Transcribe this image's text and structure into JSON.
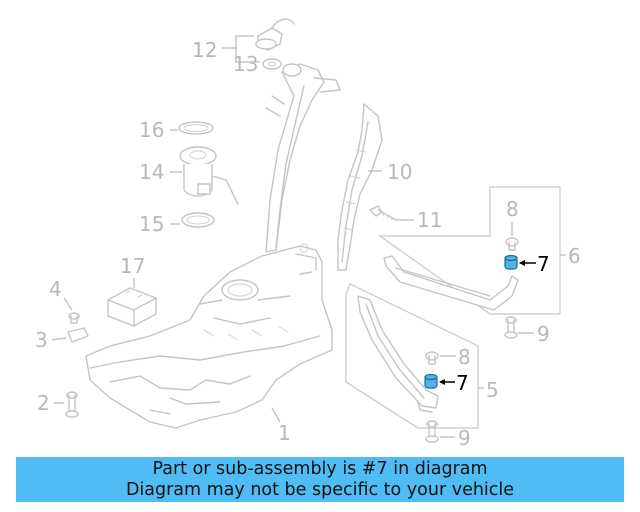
{
  "diagram": {
    "callouts": {
      "c1": "1",
      "c2": "2",
      "c3": "3",
      "c4": "4",
      "c5": "5",
      "c6": "6",
      "c7a": "7",
      "c7b": "7",
      "c8a": "8",
      "c8b": "8",
      "c9a": "9",
      "c9b": "9",
      "c10": "10",
      "c11": "11",
      "c12": "12",
      "c13": "13",
      "c14": "14",
      "c15": "15",
      "c16": "16",
      "c17": "17"
    },
    "highlight_color": "#4fb3ea",
    "line_color": "#c4c4c4"
  },
  "banner": {
    "line1": "Part or sub-assembly is #7 in diagram",
    "line2": "Diagram may not be specific to your vehicle",
    "background": "#4fbdf3"
  }
}
